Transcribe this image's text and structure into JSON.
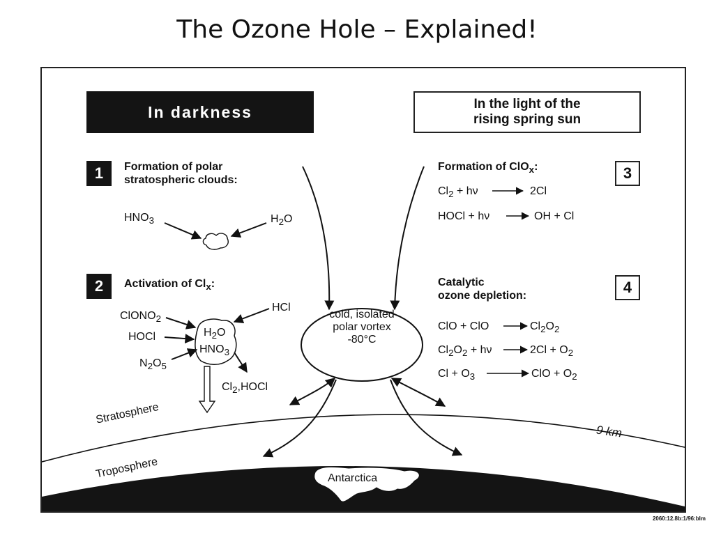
{
  "title": "The Ozone Hole – Explained!",
  "headers": {
    "darkness": "In darkness",
    "light_line1": "In the light of the",
    "light_line2": "rising spring sun"
  },
  "steps": [
    {
      "number": "1",
      "title_line1": "Formation of polar",
      "title_line2": "stratospheric clouds:"
    },
    {
      "number": "2",
      "title": "Activation of Cl",
      "title_sub": "x",
      "title_end": ":"
    },
    {
      "number": "3",
      "title": "Formation of ClO",
      "title_sub": "x",
      "title_end": ":"
    },
    {
      "number": "4",
      "title_line1": "Catalytic",
      "title_line2": "ozone depletion:"
    }
  ],
  "step1_species": {
    "left": "HNO",
    "left_sub": "3",
    "right": "H",
    "right_sub": "2",
    "right_end": "O"
  },
  "step2_species": {
    "clono2": "ClONO",
    "clono2_sub": "2",
    "hocl": "HOCl",
    "n2o5": "N",
    "n2o5_sub1": "2",
    "n2o5_mid": "O",
    "n2o5_sub2": "5",
    "hcl": "HCl",
    "inside_h2o": "H",
    "inside_h2o_sub": "2",
    "inside_h2o_end": "O",
    "inside_hno3": "HNO",
    "inside_hno3_sub": "3",
    "product": "Cl",
    "product_sub": "2",
    "product_end": ",HOCl"
  },
  "step3_reactions": [
    {
      "lhs": "Cl",
      "lhs_sub": "2",
      "lhs_end": " + hν",
      "rhs": "2Cl"
    },
    {
      "lhs": "HOCl + hν",
      "rhs": "OH + Cl"
    }
  ],
  "step4_reactions": [
    {
      "lhs": "ClO + ClO",
      "rhs": "Cl",
      "rhs_sub1": "2",
      "rhs_mid": "O",
      "rhs_sub2": "2"
    },
    {
      "lhs": "Cl",
      "lhs_sub1": "2",
      "lhs_mid": "O",
      "lhs_sub2": "2",
      "lhs_end": " + hν",
      "rhs": "2Cl + O",
      "rhs_sub": "2"
    },
    {
      "lhs": "Cl + O",
      "lhs_sub": "3",
      "rhs": "ClO + O",
      "rhs_sub": "2"
    }
  ],
  "vortex": {
    "line1": "cold, isolated",
    "line2": "polar vortex",
    "line3": "-80°C"
  },
  "layers": {
    "stratosphere": "Stratosphere",
    "troposphere": "Troposphere",
    "altitude": "9 km",
    "continent": "Antarctica"
  },
  "credit": "2060:12.8b:1/96:blm"
}
